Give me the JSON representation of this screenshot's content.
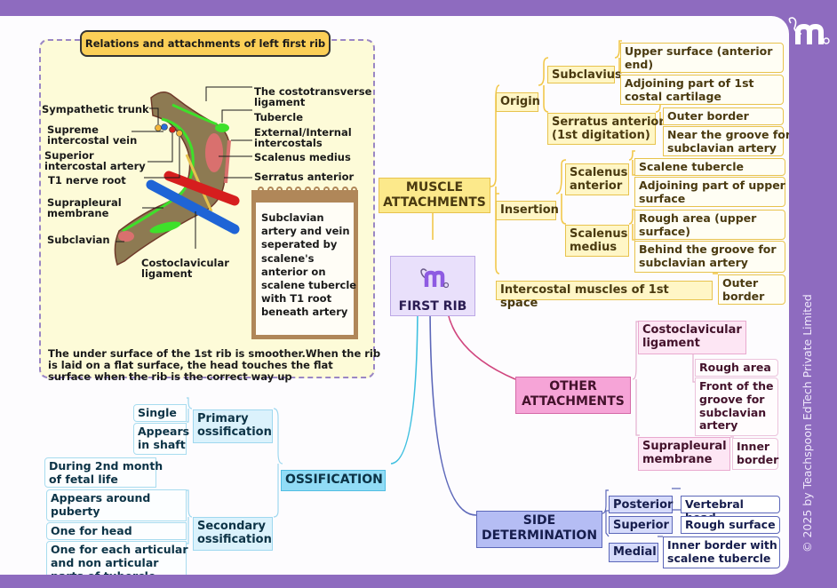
{
  "brand": {
    "copyright": "© 2025 by Teachspoon EdTech Private Limited",
    "logo_icon": "medistudygo-logo-icon"
  },
  "diagram_panel": {
    "title": "Relations and attachments of left first rib",
    "labels_left": {
      "sympathetic_trunk": "Sympathetic trunk",
      "supreme_intercostal_vein": "Supreme\nintercostal vein",
      "superior_intercostal_artery": "Superior\nintercostal artery",
      "t1_nerve_root": "T1 nerve root",
      "suprapleural_membrane": "Suprapleural\nmembrane",
      "subclavian": "Subclavian"
    },
    "labels_right": {
      "costotransverse_ligament": "The costotransverse\nligament",
      "tubercle": "Tubercle",
      "intercostals": "External/Internal\nintercostals",
      "scalenus_medius": "Scalenus medius",
      "serratus_anterior": "Serratus anterior"
    },
    "label_bottom": "Costoclavicular\nligament",
    "notepad_text": "Subclavian\nartery and vein\nseperated by\nscalene's\nanterior on\nscalene tubercle\nwith T1 root\nbeneath artery",
    "footnote": "The under surface of the 1st rib is smoother.When the rib\nis laid on a flat surface, the head touches the flat\nsurface when the rib is the correct way up"
  },
  "center": {
    "title": "FIRST RIB"
  },
  "muscle_attachments": {
    "title": "MUSCLE\nATTACHMENTS",
    "color": "#fce98b",
    "origin": {
      "label": "Origin",
      "subclavius": {
        "label": "Subclavius",
        "items": [
          "Upper surface (anterior\nend)",
          "Adjoining part of 1st\ncostal cartilage"
        ]
      },
      "serratus_anterior": {
        "label": "Serratus anterior\n(1st digitation)",
        "items": [
          "Outer border",
          "Near the groove for\nsubclavian artery"
        ]
      }
    },
    "insertion": {
      "label": "Insertion",
      "scalenus_anterior": {
        "label": "Scalenus\nanterior",
        "items": [
          "Scalene tubercle",
          "Adjoining part of upper\nsurface"
        ]
      },
      "scalenus_medius": {
        "label": "Scalenus\nmedius",
        "items": [
          "Rough area (upper\nsurface)",
          "Behind the groove for\nsubclavian artery"
        ]
      }
    },
    "intercostal": {
      "label": "Intercostal muscles of 1st space",
      "items": [
        "Outer\nborder"
      ]
    }
  },
  "other_attachments": {
    "title": "OTHER\nATTACHMENTS",
    "color": "#f6a4d7",
    "costoclavicular": {
      "label": "Costoclavicular\nligament",
      "items": [
        "Rough area",
        "Front of the\ngroove for\nsubclavian\nartery"
      ]
    },
    "suprapleural": {
      "label": "Suprapleural\nmembrane",
      "items": [
        "Inner\nborder"
      ]
    }
  },
  "ossification": {
    "title": "OSSIFICATION",
    "color": "#91dcf6",
    "primary": {
      "label": "Primary\nossification",
      "items": [
        "Single",
        "Appears\nin shaft"
      ],
      "sub_item": "During 2nd month\nof fetal life"
    },
    "secondary": {
      "label": "Secondary\nossification",
      "items": [
        "Appears around\npuberty",
        "One for head",
        "One for each articular\nand non articular\nparts of tubercle"
      ]
    }
  },
  "side_determination": {
    "title": "SIDE\nDETERMINATION",
    "color": "#b5bdf4",
    "rows": [
      {
        "label": "Posterior",
        "value": "Vertebral head"
      },
      {
        "label": "Superior",
        "value": "Rough surface"
      },
      {
        "label": "Medial",
        "value": "Inner border with\nscalene tubercle"
      }
    ]
  }
}
